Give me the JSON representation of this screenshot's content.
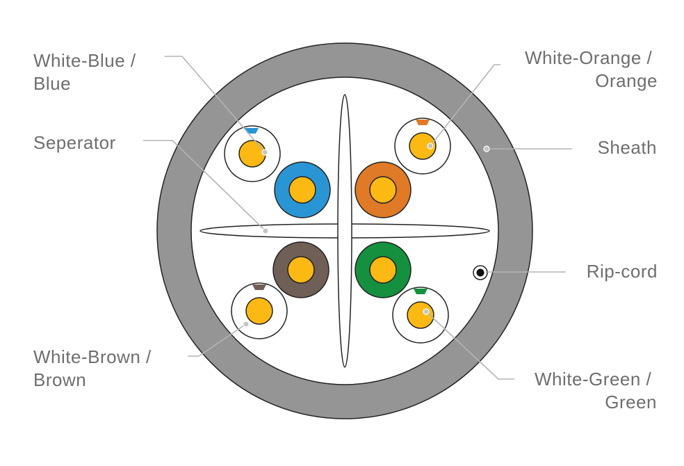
{
  "labels": {
    "white_blue": [
      "White-Blue /",
      "Blue"
    ],
    "white_orange": [
      "White-Orange /",
      "Orange"
    ],
    "separator": "Seperator",
    "sheath": "Sheath",
    "rip_cord": "Rip-cord",
    "white_brown": [
      "White-Brown /",
      "Brown"
    ],
    "white_green": [
      "White-Green /",
      "Green"
    ]
  },
  "colors": {
    "sheath": "#959595",
    "conductor": "#fdb913",
    "blue": "#2a95d4",
    "orange": "#e07a26",
    "brown": "#705f57",
    "green": "#14903e",
    "label_text": "#6e6e6e",
    "leader_line": "#b4b4b4",
    "outline": "#222222"
  }
}
